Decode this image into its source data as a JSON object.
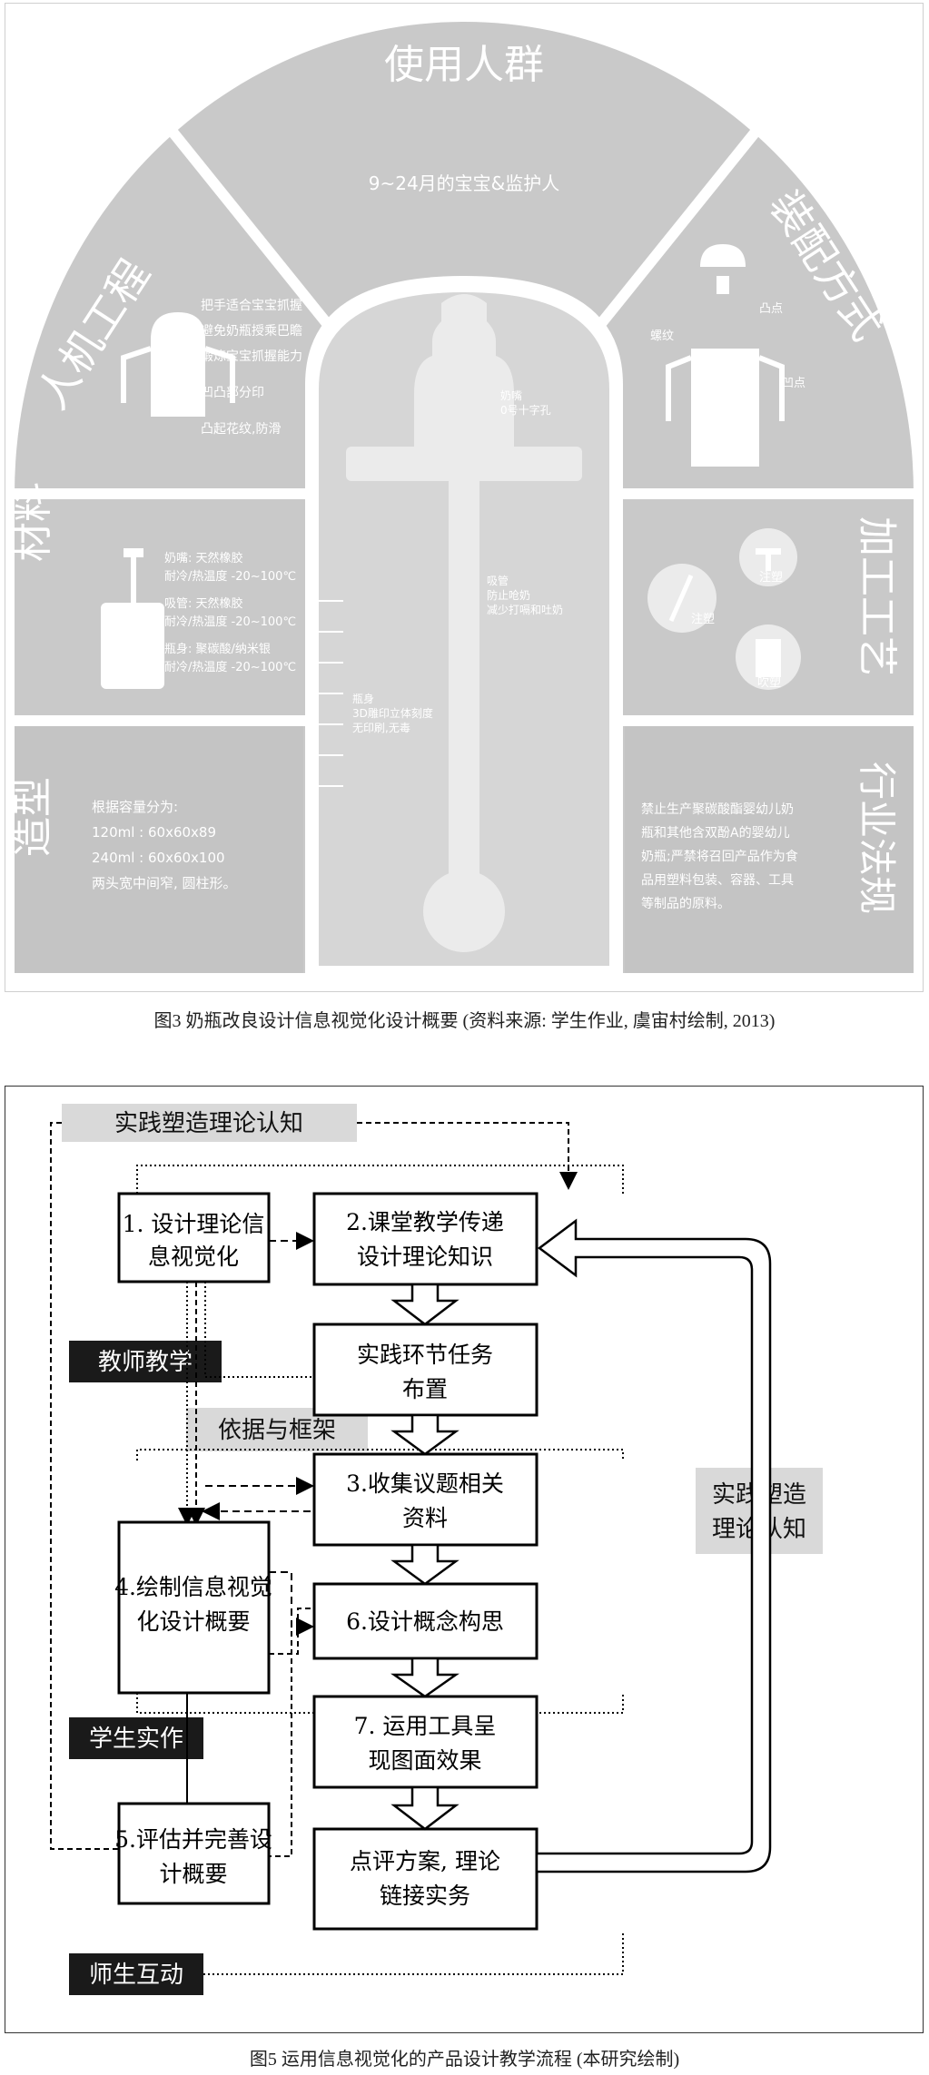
{
  "figure3": {
    "sections": {
      "users": {
        "title": "使用人群",
        "text": "9~24月的宝宝&监护人"
      },
      "ergonomics": {
        "title": "人机工程",
        "lines": [
          "把手适合宝宝抓握",
          "避免奶瓶授乘巴瞻",
          "锻炼宝宝抓握能力",
          "凹凸部分印",
          "凸起花纹,防滑"
        ]
      },
      "assembly": {
        "title": "装配方式",
        "labels": [
          "凸点",
          "凹点",
          "螺纹"
        ]
      },
      "material": {
        "title": "材料",
        "lines": [
          "奶嘴: 天然橡胶",
          "耐冷/热温度 -20~100℃",
          "吸管: 天然橡胶",
          "耐冷/热温度 -20~100℃",
          "瓶身: 聚碳酸/纳米银",
          "耐冷/热温度 -20~100℃"
        ]
      },
      "processing": {
        "title": "加工工艺",
        "labels": [
          "注塑",
          "注塑",
          "吹塑"
        ]
      },
      "shape": {
        "title": "造型",
        "lines": [
          "根据容量分为:",
          "120ml : 60x60x89",
          "240ml : 60x60x100",
          "两头宽中间窄, 圆柱形。"
        ]
      },
      "regulation": {
        "title": "行业法规",
        "lines": [
          "禁止生产聚碳酸酯婴幼儿奶",
          "瓶和其他含双酚A的婴幼儿",
          "奶瓶;严禁将召回产品作为食",
          "品用塑料包装、容器、工具",
          "等制品的原料。"
        ]
      },
      "center": {
        "nipple": [
          "奶嘴",
          "0号十字孔"
        ],
        "straw": [
          "吸管",
          "防止呛奶",
          "减少打嗝和吐奶"
        ],
        "body": [
          "瓶身",
          "3D雕印立体刻度",
          "无印刷,无毒"
        ]
      }
    },
    "caption": "图3 奶瓶改良设计信息视觉化设计概要 (资料来源: 学生作业, 虞宙村绘制, 2013)"
  },
  "figure5": {
    "gray_labels": {
      "top": "实践塑造理论认知",
      "mid": "依据与框架",
      "right_1": "实践塑造",
      "right_2": "理论认知"
    },
    "black_labels": {
      "teacher": "教师教学",
      "student": "学生实作",
      "interaction": "师生互动"
    },
    "left_boxes": {
      "b1": [
        "1.  设计理论信",
        "息视觉化"
      ],
      "b4": [
        "4.绘制信息视觉",
        "化设计概要"
      ],
      "b5": [
        "5.评估并完善设",
        "计概要"
      ]
    },
    "right_boxes": {
      "b2": [
        "2.课堂教学传递",
        "设计理论知识"
      ],
      "bt": [
        "实践环节任务",
        "布置"
      ],
      "b3": [
        "3.收集议题相关",
        "资料"
      ],
      "b6": [
        "6.设计概念构思"
      ],
      "b7": [
        "7.  运用工具呈",
        "现图面效果"
      ],
      "br": [
        "点评方案, 理论",
        "链接实务"
      ]
    },
    "caption": "图5 运用信息视觉化的产品设计教学流程 (本研究绘制)"
  },
  "colors": {
    "panel_gray": "#c9c9c9",
    "panel_light": "#d6d6d6",
    "white": "#ffffff",
    "black": "#1a1a1a",
    "label_gray": "#d9d9d9"
  }
}
